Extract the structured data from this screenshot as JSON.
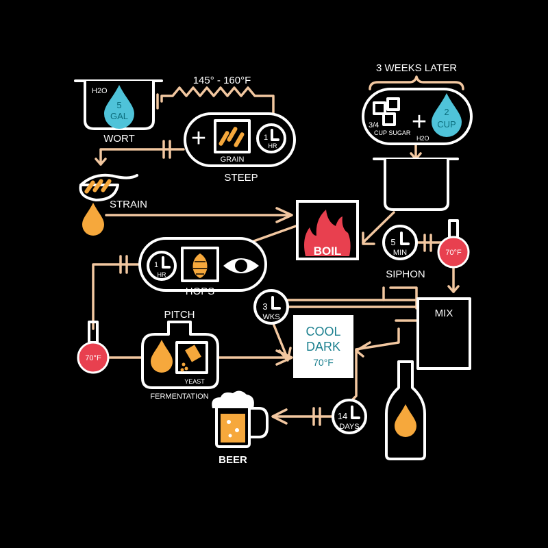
{
  "colors": {
    "background": "#000000",
    "line": "#ffffff",
    "pipe": "#f2c7a0",
    "water_blue": "#4fc3d9",
    "water_text": "#0b6d7c",
    "orange": "#f6a83c",
    "red": "#e8404f",
    "teal_text": "#1a7f8e"
  },
  "labels": {
    "h2o": "H2O",
    "water_amount": "5",
    "water_unit": "GAL",
    "wort": "WORT",
    "temp_range": "145° - 160°F",
    "grain": "GRAIN",
    "steep_time_num": "1",
    "steep_time_unit": "HR",
    "steep": "STEEP",
    "strain": "STRAIN",
    "weeks_later": "3 WEEKS LATER",
    "sugar_amount": "3/4",
    "sugar_label": "CUP SUGAR",
    "water_cup_amount": "2",
    "water_cup_unit": "CUP",
    "h2o_small": "H2O",
    "boil": "BOIL",
    "mix_time_num": "5",
    "mix_time_unit": "MIN",
    "temp_70": "70°F",
    "hops_time_num": "1",
    "hops_time_unit": "HR",
    "hops": "HOPS",
    "siphon": "SIPHON",
    "mix": "MIX",
    "pitch": "PITCH",
    "wait_num": "3",
    "wait_unit": "WKS",
    "cool": "COOL",
    "dark": "DARK",
    "cool_temp": "70°F",
    "temp_70_b": "70°F",
    "yeast": "YEAST",
    "fermentation": "FERMENTATION",
    "bottle_time_num": "14",
    "bottle_time_unit": "DAYS",
    "beer": "BEER"
  },
  "icons": [
    "pot-icon",
    "water-drop-icon",
    "grain-icon",
    "clock-icon",
    "strainer-icon",
    "sugar-cubes-icon",
    "fire-icon",
    "thermometer-flask-icon",
    "hops-icon",
    "eye-icon",
    "fermenter-icon",
    "yeast-packet-icon",
    "bottle-icon",
    "beer-mug-icon"
  ]
}
